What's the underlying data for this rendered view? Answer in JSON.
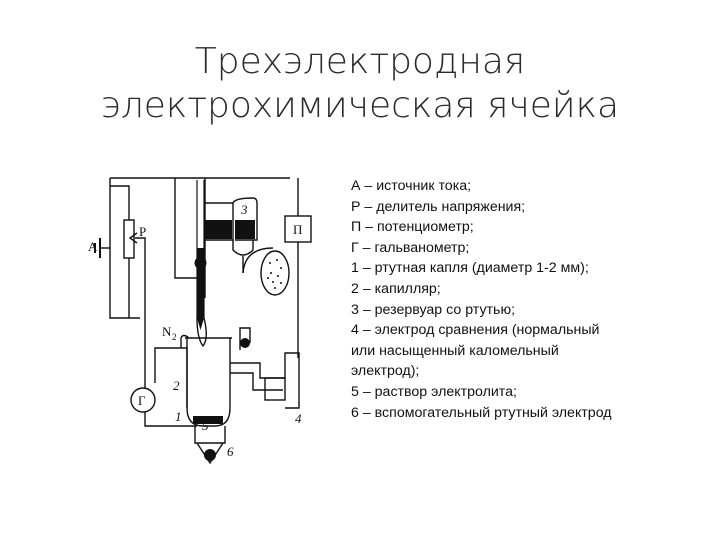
{
  "title": {
    "line1": "Трехэлектродная",
    "line2": "электрохимическая ячейка"
  },
  "figure": {
    "labels": {
      "a": "А",
      "p": "Р",
      "potentiometer": "П",
      "galvanometer": "Г",
      "n2": "N",
      "n2_sub": "2",
      "n1": "1",
      "n2num": "2",
      "n3": "3",
      "n4": "4",
      "n5": "5",
      "n6": "6"
    }
  },
  "legend": {
    "items": [
      "А – источник тока;",
      "Р – делитель напряжения;",
      "П – потенциометр;",
      "Г – гальванометр;",
      "1 – ртутная капля (диаметр 1-2 мм);",
      "2 – капилляр;",
      "3 – резервуар со ртутью;",
      "4 – электрод сравнения (нормальный",
      "или насыщенный каломельный",
      "электрод);",
      "5 – раствор электролита;",
      "6 – вспомогательный ртутный электрод"
    ]
  }
}
